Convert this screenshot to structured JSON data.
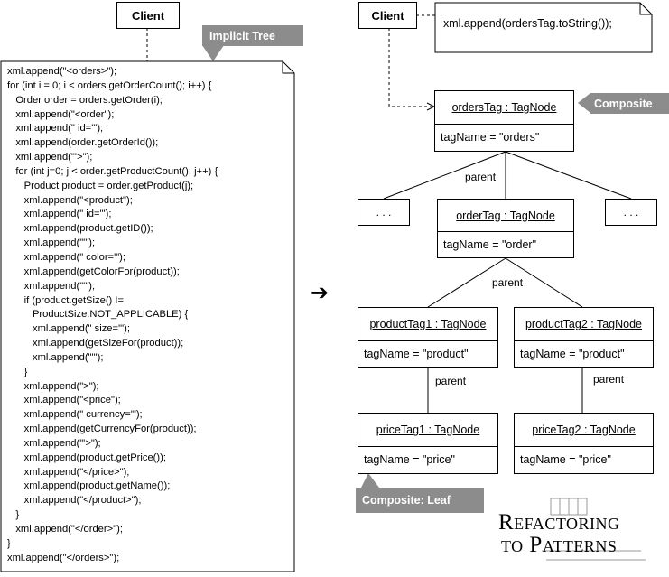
{
  "client_left": {
    "label": "Client"
  },
  "client_right": {
    "label": "Client"
  },
  "note_right": {
    "text": "xml.append(ordersTag.toString());"
  },
  "tag_implicit_tree": "Implicit Tree",
  "tag_composite": "Composite",
  "tag_composite_leaf": "Composite: Leaf",
  "code_lines": [
    "xml.append(\"<orders>\");",
    "for (int i = 0; i < orders.getOrderCount(); i++) {",
    "   Order order = orders.getOrder(i);",
    "   xml.append(\"<order\");",
    "   xml.append(\" id='\");",
    "   xml.append(order.getOrderId());",
    "   xml.append(\"'>\");",
    "   for (int j=0; j < order.getProductCount(); j++) {",
    "      Product product = order.getProduct(j);",
    "      xml.append(\"<product\");",
    "      xml.append(\" id='\");",
    "      xml.append(product.getID());",
    "      xml.append(\"'\");",
    "      xml.append(\" color='\");",
    "      xml.append(getColorFor(product));",
    "      xml.append(\"'\");",
    "      if (product.getSize() !=",
    "         ProductSize.NOT_APPLICABLE) {",
    "         xml.append(\" size='\");",
    "         xml.append(getSizeFor(product));",
    "         xml.append(\"'\");",
    "      }",
    "      xml.append(\">\");",
    "      xml.append(\"<price\");",
    "      xml.append(\" currency='\");",
    "      xml.append(getCurrencyFor(product));",
    "      xml.append(\"'>\");",
    "      xml.append(product.getPrice());",
    "      xml.append(\"</price>\");",
    "      xml.append(product.getName());",
    "      xml.append(\"</product>\");",
    "   }",
    "   xml.append(\"</order>\");",
    "}",
    "xml.append(\"</orders>\");"
  ],
  "arrow_glyph": "➔",
  "nodes": {
    "orders": {
      "title": "ordersTag : TagNode",
      "attr": "tagName = \"orders\""
    },
    "order": {
      "title": "orderTag : TagNode",
      "attr": "tagName = \"order\""
    },
    "product1": {
      "title": "productTag1 : TagNode",
      "attr": "tagName = \"product\""
    },
    "product2": {
      "title": "productTag2 : TagNode",
      "attr": "tagName = \"product\""
    },
    "price1": {
      "title": "priceTag1 : TagNode",
      "attr": "tagName = \"price\""
    },
    "price2": {
      "title": "priceTag2 : TagNode",
      "attr": "tagName = \"price\""
    }
  },
  "ellipsis_left": ". . .",
  "ellipsis_right": ". . .",
  "parent_labels": [
    "parent",
    "parent",
    "parent",
    "parent"
  ],
  "logo": {
    "line1": "Refactoring",
    "line2": "to Patterns"
  }
}
